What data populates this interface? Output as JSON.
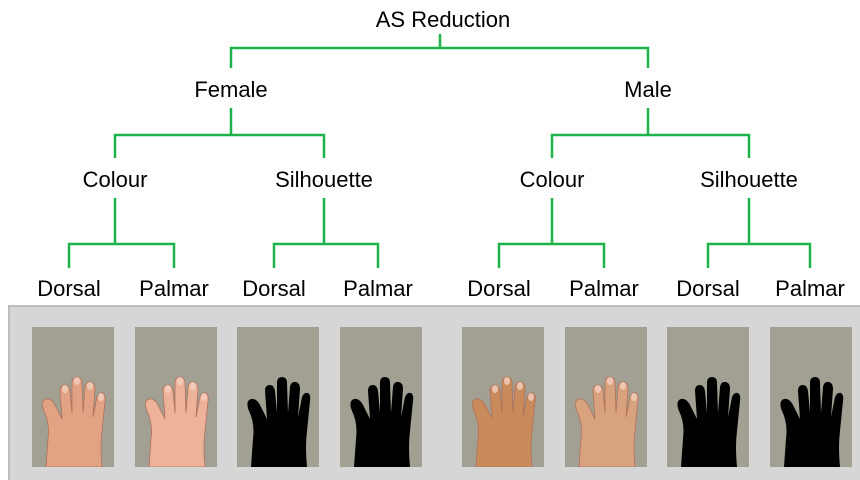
{
  "tree": {
    "root": "AS Reduction",
    "groups": [
      {
        "label": "Female",
        "types": [
          {
            "label": "Colour",
            "views": [
              "Dorsal",
              "Palmar"
            ]
          },
          {
            "label": "Silhouette",
            "views": [
              "Dorsal",
              "Palmar"
            ]
          }
        ]
      },
      {
        "label": "Male",
        "types": [
          {
            "label": "Colour",
            "views": [
              "Dorsal",
              "Palmar"
            ]
          },
          {
            "label": "Silhouette",
            "views": [
              "Dorsal",
              "Palmar"
            ]
          }
        ]
      }
    ]
  },
  "colors": {
    "connector": "#1db34a",
    "tile_background": "#a29f93",
    "panel_background": "#d6d6d6"
  },
  "stimuli": [
    {
      "sex": "Female",
      "type": "Colour",
      "view": "Dorsal",
      "fill": "#e2a384",
      "icon": "hand-dorsal-colour"
    },
    {
      "sex": "Female",
      "type": "Colour",
      "view": "Palmar",
      "fill": "#ecb39a",
      "icon": "hand-palmar-colour"
    },
    {
      "sex": "Female",
      "type": "Silhouette",
      "view": "Dorsal",
      "fill": "#000000",
      "icon": "hand-silhouette"
    },
    {
      "sex": "Female",
      "type": "Silhouette",
      "view": "Palmar",
      "fill": "#000000",
      "icon": "hand-silhouette"
    },
    {
      "sex": "Male",
      "type": "Colour",
      "view": "Dorsal",
      "fill": "#c98a5c",
      "icon": "hand-dorsal-colour"
    },
    {
      "sex": "Male",
      "type": "Colour",
      "view": "Palmar",
      "fill": "#d9a27e",
      "icon": "hand-palmar-colour"
    },
    {
      "sex": "Male",
      "type": "Silhouette",
      "view": "Dorsal",
      "fill": "#000000",
      "icon": "hand-silhouette"
    },
    {
      "sex": "Male",
      "type": "Silhouette",
      "view": "Palmar",
      "fill": "#000000",
      "icon": "hand-silhouette"
    }
  ]
}
